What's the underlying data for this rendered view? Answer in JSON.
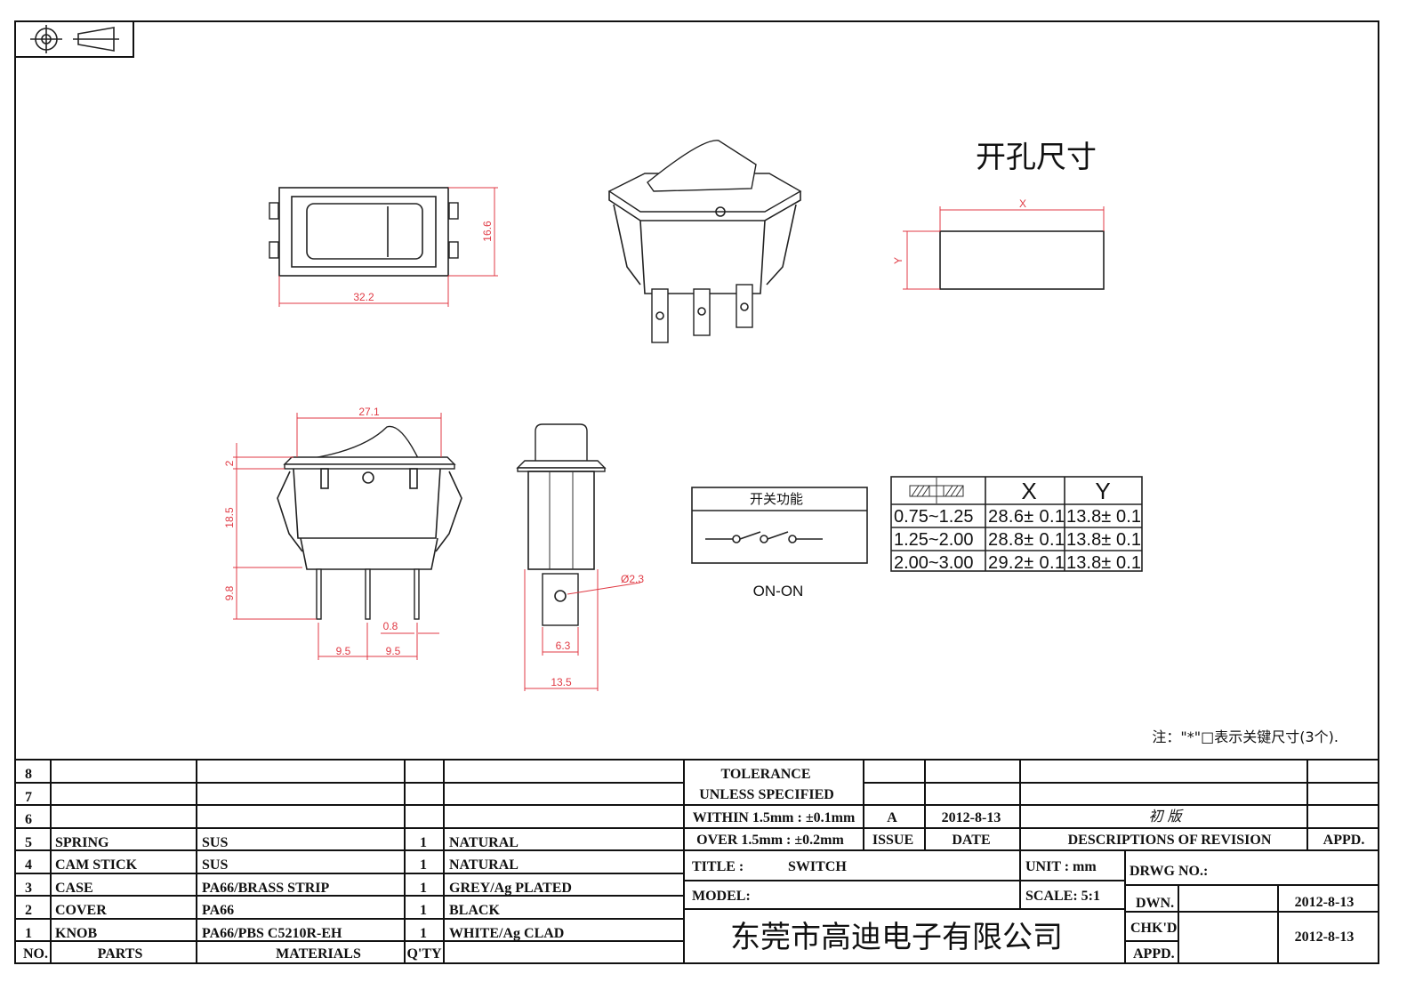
{
  "top_view": {
    "width_dim": "32.2",
    "height_dim": "16.6"
  },
  "front_view": {
    "width_dim": "27.1",
    "knob_dim": "2",
    "body_dim": "18.5",
    "terminal_dim": "9.8",
    "pitch_left": "9.5",
    "pitch_right": "9.5",
    "terminal_thickness": "0.8"
  },
  "side_view": {
    "hole_dim": "Ø2.3",
    "terminal_width": "6.3",
    "overall_width": "13.5"
  },
  "cutout": {
    "title": "开孔尺寸",
    "x_label": "X",
    "y_label": "Y"
  },
  "switch_function": {
    "title": "开关功能",
    "label": "ON-ON"
  },
  "cutout_table": {
    "headers": [
      "X",
      "Y"
    ],
    "rows": [
      [
        "0.75~1.25",
        "28.6± 0.1",
        "13.8± 0.1"
      ],
      [
        "1.25~2.00",
        "28.8± 0.1",
        "13.8± 0.1"
      ],
      [
        "2.00~3.00",
        "29.2± 0.1",
        "13.8± 0.1"
      ]
    ]
  },
  "note": "注：\"*\"□表示关键尺寸(3个).",
  "parts_table": {
    "headers": {
      "no": "NO.",
      "parts": "PARTS",
      "materials": "MATERIALS",
      "qty": "Q'TY"
    },
    "rows": [
      {
        "no": "8",
        "part": "",
        "material": "",
        "qty": "",
        "finish": ""
      },
      {
        "no": "7",
        "part": "",
        "material": "",
        "qty": "",
        "finish": ""
      },
      {
        "no": "6",
        "part": "",
        "material": "",
        "qty": "",
        "finish": ""
      },
      {
        "no": "5",
        "part": "SPRING",
        "material": "SUS",
        "qty": "1",
        "finish": "NATURAL"
      },
      {
        "no": "4",
        "part": "CAM STICK",
        "material": "SUS",
        "qty": "1",
        "finish": "NATURAL"
      },
      {
        "no": "3",
        "part": "CASE",
        "material": "PA66/BRASS STRIP",
        "qty": "1",
        "finish": "GREY/Ag PLATED"
      },
      {
        "no": "2",
        "part": "COVER",
        "material": "PA66",
        "qty": "1",
        "finish": "BLACK"
      },
      {
        "no": "1",
        "part": "KNOB",
        "material": "PA66/PBS C5210R-EH",
        "qty": "1",
        "finish": "WHITE/Ag CLAD"
      }
    ]
  },
  "title_block": {
    "tolerance_1": "TOLERANCE",
    "tolerance_2": "UNLESS   SPECIFIED",
    "within": "WITHIN 1.5mm : ±0.1mm",
    "over": "OVER 1.5mm : ±0.2mm",
    "issue_value": "A",
    "date_value": "2012-8-13",
    "revision_value": "初  版",
    "issue_label": "ISSUE",
    "date_label": "DATE",
    "revision_label": "DESCRIPTIONS  OF  REVISION",
    "appd_label": "APPD.",
    "title_label": "TITLE :",
    "title_value": "SWITCH",
    "unit": "UNIT :  mm",
    "drwg_no": "DRWG NO.:",
    "model": "MODEL:",
    "scale": "SCALE:  5:1",
    "dwn": "DWN.",
    "dwn_date": "2012-8-13",
    "chkd": "CHK'D",
    "chkd_date": "2012-8-13",
    "appd": "APPD.",
    "company": "东莞市高迪电子有限公司"
  },
  "colors": {
    "dimension": "#e03a44",
    "line": "#222222"
  }
}
